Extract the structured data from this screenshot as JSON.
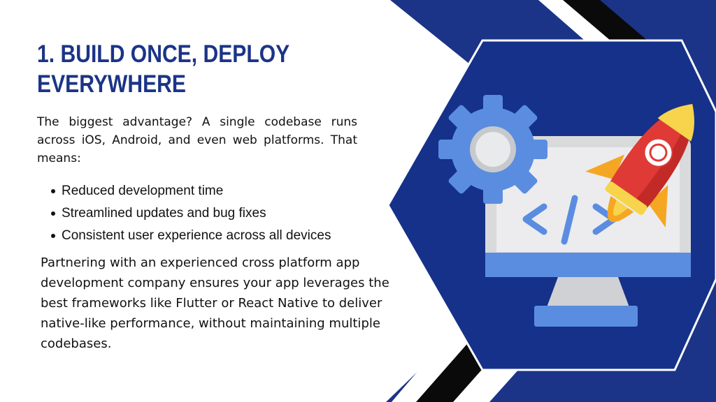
{
  "heading": {
    "line1": "1. BUILD ONCE, DEPLOY",
    "line2": "EVERYWHERE"
  },
  "intro_text": "The biggest advantage? A single codebase runs across iOS, Android, and even web platforms. That means:",
  "bullets": [
    "Reduced development time",
    "Streamlined updates and bug fixes",
    "Consistent user experience across all devices"
  ],
  "closing_text": "Partnering with an experienced cross platform app development company ensures your app leverages the best frameworks like Flutter or React Native to deliver native-like performance, without maintaining multiple codebases.",
  "illustration": {
    "code_symbol": "</>",
    "icons": [
      "gear-icon",
      "monitor-icon",
      "code-icon",
      "rocket-icon"
    ]
  },
  "colors": {
    "navy": "#1b3487",
    "hex_blue": "#15318a",
    "accent_blue": "#5a8de0",
    "black_stripe": "#0a0a0a",
    "rocket_red": "#e03a36",
    "rocket_orange": "#f5a623",
    "rocket_yellow": "#f7d44c"
  }
}
